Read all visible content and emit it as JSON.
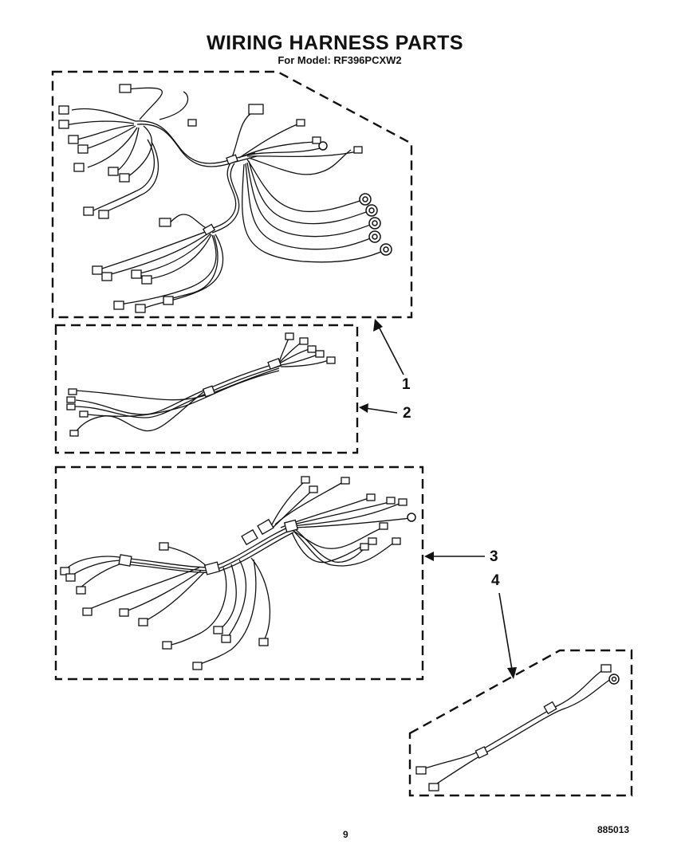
{
  "header": {
    "title": "WIRING HARNESS PARTS",
    "subtitle": "For Model: RF396PCXW2"
  },
  "callouts": [
    "1",
    "2",
    "3",
    "4"
  ],
  "footer": {
    "page_number": "9",
    "doc_number": "885013"
  }
}
